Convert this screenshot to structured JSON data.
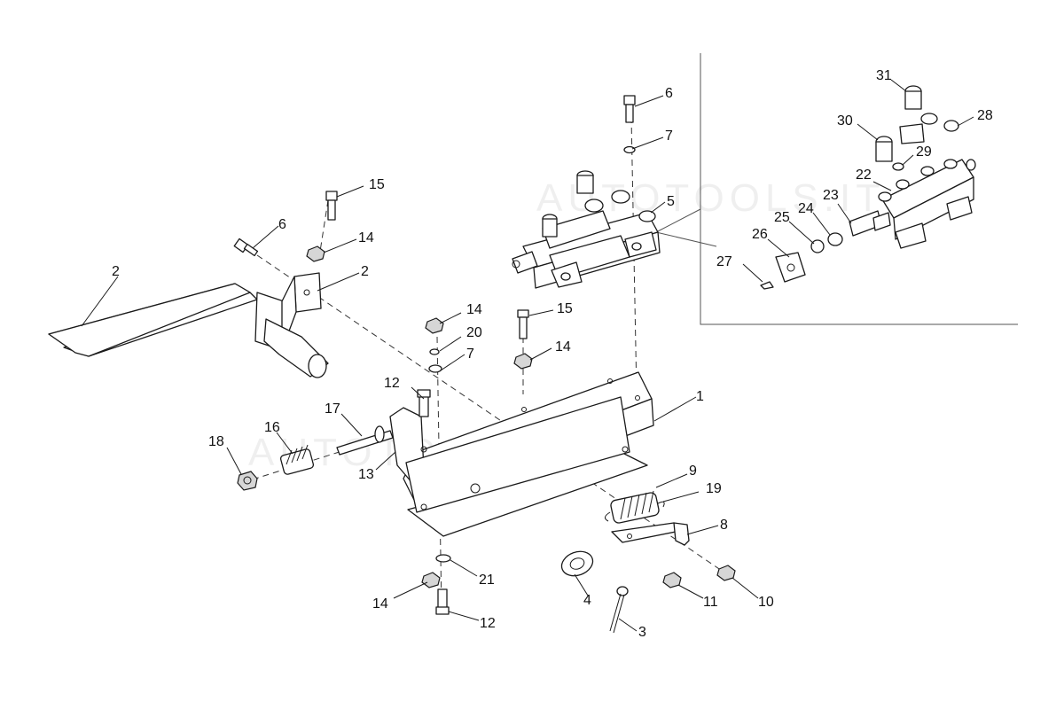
{
  "watermark": {
    "text_main": "AUTOTOOLS.IT",
    "text_inset": "AUTOTOOLS.IT"
  },
  "callouts": [
    {
      "id": "c-1",
      "label": "1"
    },
    {
      "id": "c-2a",
      "label": "2"
    },
    {
      "id": "c-2b",
      "label": "2"
    },
    {
      "id": "c-3",
      "label": "3"
    },
    {
      "id": "c-4",
      "label": "4"
    },
    {
      "id": "c-5",
      "label": "5"
    },
    {
      "id": "c-6a",
      "label": "6"
    },
    {
      "id": "c-6b",
      "label": "6"
    },
    {
      "id": "c-7a",
      "label": "7"
    },
    {
      "id": "c-7b",
      "label": "7"
    },
    {
      "id": "c-8",
      "label": "8"
    },
    {
      "id": "c-9",
      "label": "9"
    },
    {
      "id": "c-10",
      "label": "10"
    },
    {
      "id": "c-11",
      "label": "11"
    },
    {
      "id": "c-12a",
      "label": "12"
    },
    {
      "id": "c-12b",
      "label": "12"
    },
    {
      "id": "c-13",
      "label": "13"
    },
    {
      "id": "c-14a",
      "label": "14"
    },
    {
      "id": "c-14b",
      "label": "14"
    },
    {
      "id": "c-14c",
      "label": "14"
    },
    {
      "id": "c-14d",
      "label": "14"
    },
    {
      "id": "c-15a",
      "label": "15"
    },
    {
      "id": "c-15b",
      "label": "15"
    },
    {
      "id": "c-16",
      "label": "16"
    },
    {
      "id": "c-17",
      "label": "17"
    },
    {
      "id": "c-18",
      "label": "18"
    },
    {
      "id": "c-19",
      "label": "19"
    },
    {
      "id": "c-20",
      "label": "20"
    },
    {
      "id": "c-21",
      "label": "21"
    },
    {
      "id": "c-22",
      "label": "22"
    },
    {
      "id": "c-23",
      "label": "23"
    },
    {
      "id": "c-24",
      "label": "24"
    },
    {
      "id": "c-25",
      "label": "25"
    },
    {
      "id": "c-26",
      "label": "26"
    },
    {
      "id": "c-27",
      "label": "27"
    },
    {
      "id": "c-28",
      "label": "28"
    },
    {
      "id": "c-29",
      "label": "29"
    },
    {
      "id": "c-30",
      "label": "30"
    },
    {
      "id": "c-31",
      "label": "31"
    }
  ]
}
